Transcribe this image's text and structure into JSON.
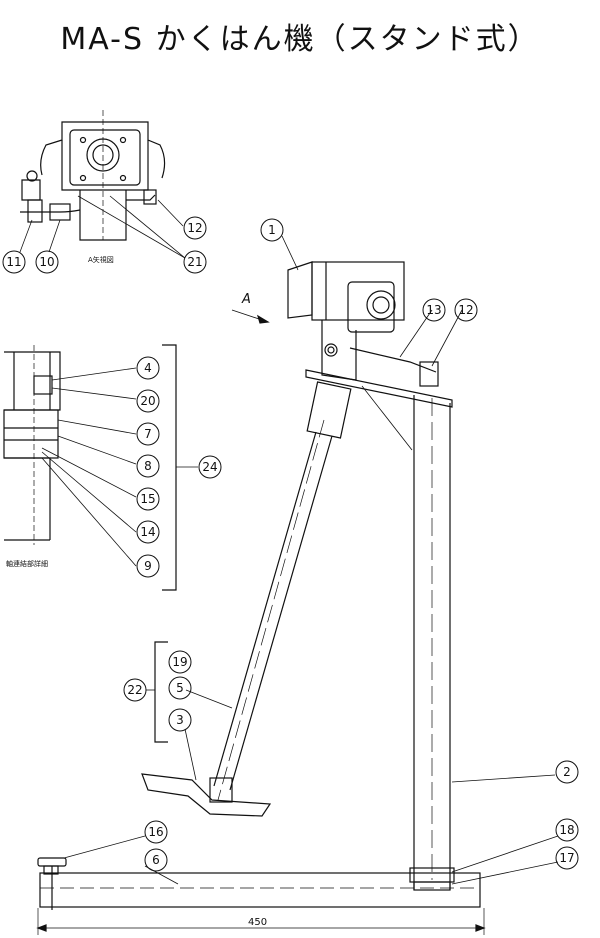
{
  "title": "MA-S かくはん機（スタンド式）",
  "labels": {
    "view_a": "A矢視図",
    "shaft_detail": "軸連結部詳細",
    "arrow_a": "A",
    "dimension_width": "450"
  },
  "callouts": {
    "c1": "1",
    "c2": "2",
    "c3": "3",
    "c4": "4",
    "c5": "5",
    "c6": "6",
    "c7": "7",
    "c8": "8",
    "c9": "9",
    "c10": "10",
    "c11": "11",
    "c12a": "12",
    "c12b": "12",
    "c13": "13",
    "c14": "14",
    "c15": "15",
    "c16": "16",
    "c17": "17",
    "c18": "18",
    "c19": "19",
    "c20": "20",
    "c21": "21",
    "c22": "22",
    "c24": "24"
  }
}
